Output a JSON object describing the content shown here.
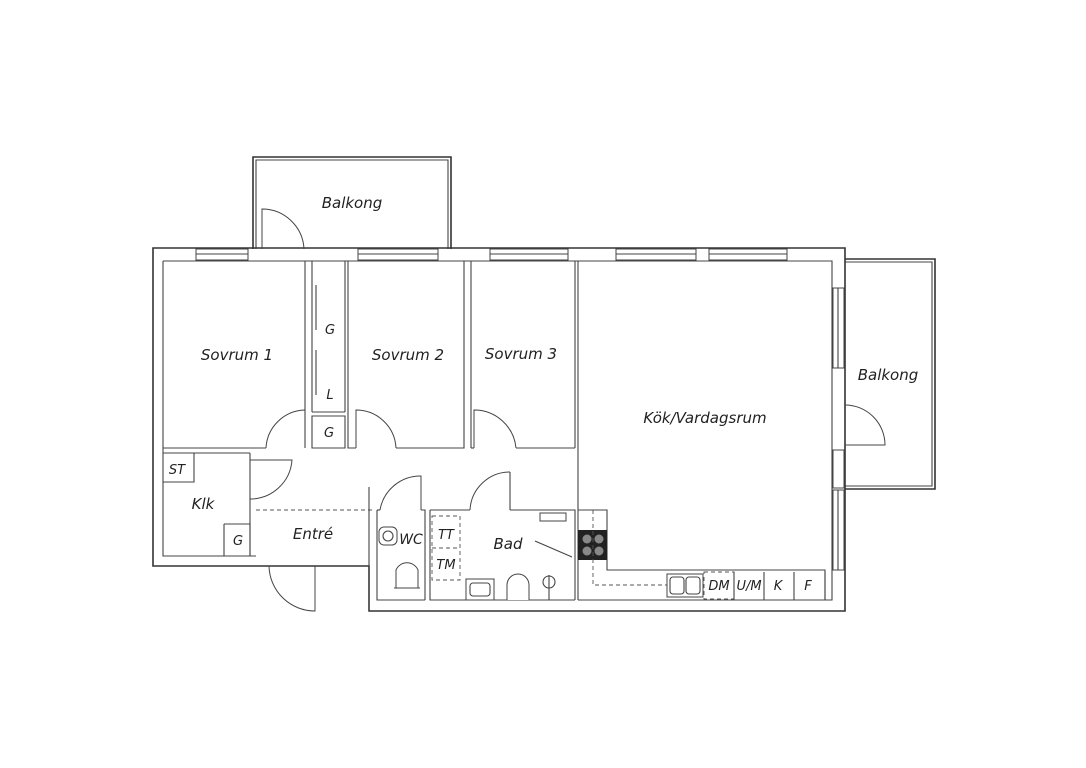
{
  "rooms": {
    "balkong_top": "Balkong",
    "balkong_right": "Balkong",
    "sovrum_1": "Sovrum 1",
    "sovrum_2": "Sovrum 2",
    "sovrum_3": "Sovrum 3",
    "kok_vardagsrum": "Kök/Vardagsrum",
    "klk": "Klk",
    "entre": "Entré",
    "wc": "WC",
    "bad": "Bad"
  },
  "fixtures": {
    "st": "ST",
    "g_wardrobe": "G",
    "l_linen": "L",
    "g_hall_closet": "G",
    "g_klk": "G",
    "tt": "TT",
    "tm": "TM",
    "dm": "DM",
    "um": "U/M",
    "k": "K",
    "f": "F"
  }
}
